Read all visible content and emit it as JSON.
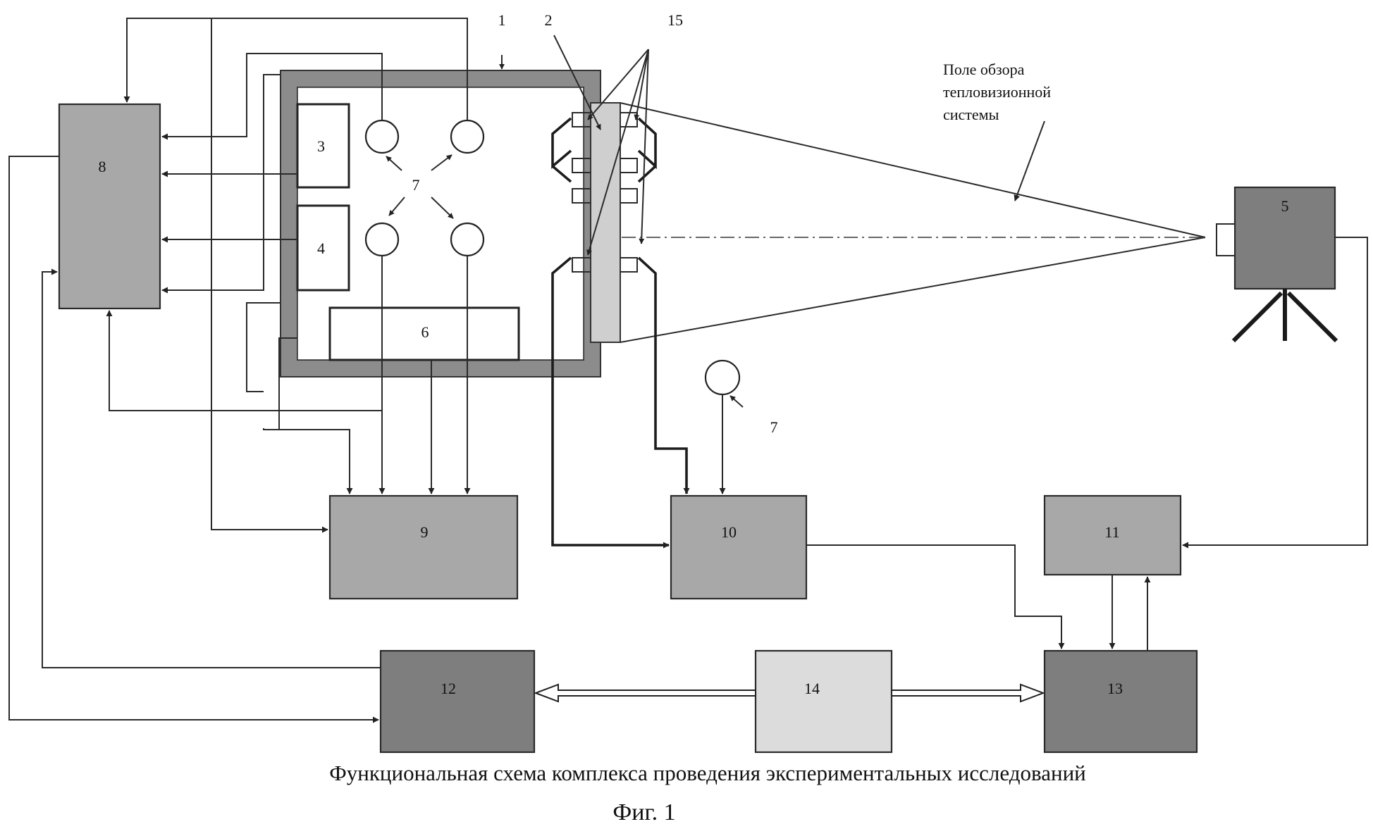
{
  "labels": {
    "b1": "1",
    "b2": "2",
    "b3": "3",
    "b4": "4",
    "b5": "5",
    "b6": "6",
    "b8": "8",
    "b9": "9",
    "b10": "10",
    "b11": "11",
    "b12": "12",
    "b13": "13",
    "b14": "14",
    "b15": "15",
    "sensor_group": "7",
    "sensor_ext": "7"
  },
  "annotation": {
    "line1": "Поле обзора",
    "line2": "тепловизионной",
    "line3": "системы"
  },
  "caption": {
    "title": "Функциональная схема комплекса проведения экспериментальных исследований",
    "figure": "Фиг. 1"
  },
  "colors": {
    "medium_gray": "#a8a8a8",
    "dark_gray": "#7e7e7e",
    "wall": "#8c8c8c",
    "light_gray": "#dcdcdc",
    "window": "#cfcfcf",
    "line": "#2a2a2a"
  }
}
